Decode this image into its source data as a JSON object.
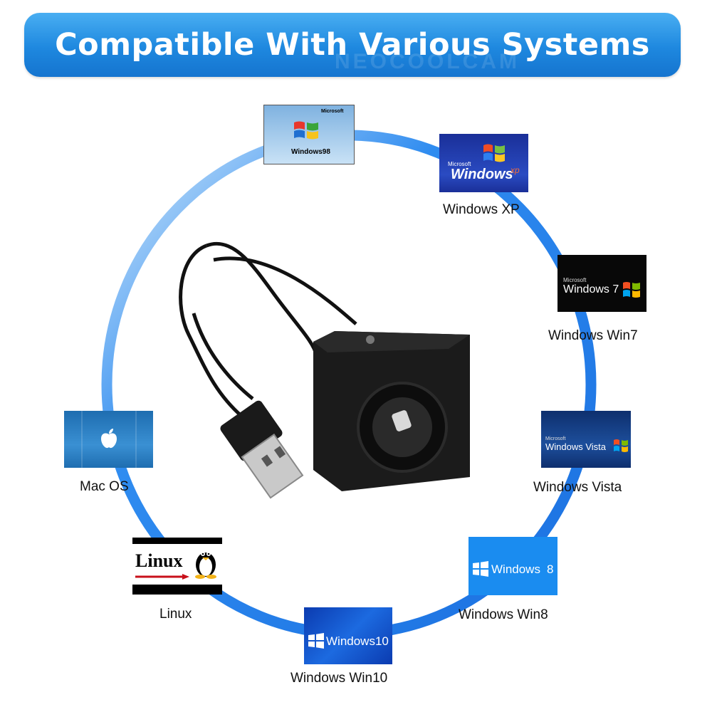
{
  "banner": {
    "title": "Compatible With Various Systems"
  },
  "systems": {
    "win98": {
      "brand": "Microsoft",
      "name": "Windows98"
    },
    "xp": {
      "brand": "Microsoft",
      "name": "Windows",
      "suffix": "xp",
      "label": "Windows XP"
    },
    "win7": {
      "brand": "Microsoft",
      "name": "Windows 7",
      "label": "Windows Win7"
    },
    "vista": {
      "brand": "Microsoft",
      "name": "Windows Vista",
      "label": "Windows Vista"
    },
    "win8": {
      "name": "Windows",
      "num": "8",
      "label": "Windows Win8"
    },
    "win10": {
      "name": "Windows10",
      "label": "Windows Win10"
    },
    "linux": {
      "name": "Linux",
      "label": "Linux"
    },
    "mac": {
      "label": "Mac OS"
    }
  },
  "colors": {
    "accent": "#1e88df",
    "ring": "#1f7fe8"
  }
}
